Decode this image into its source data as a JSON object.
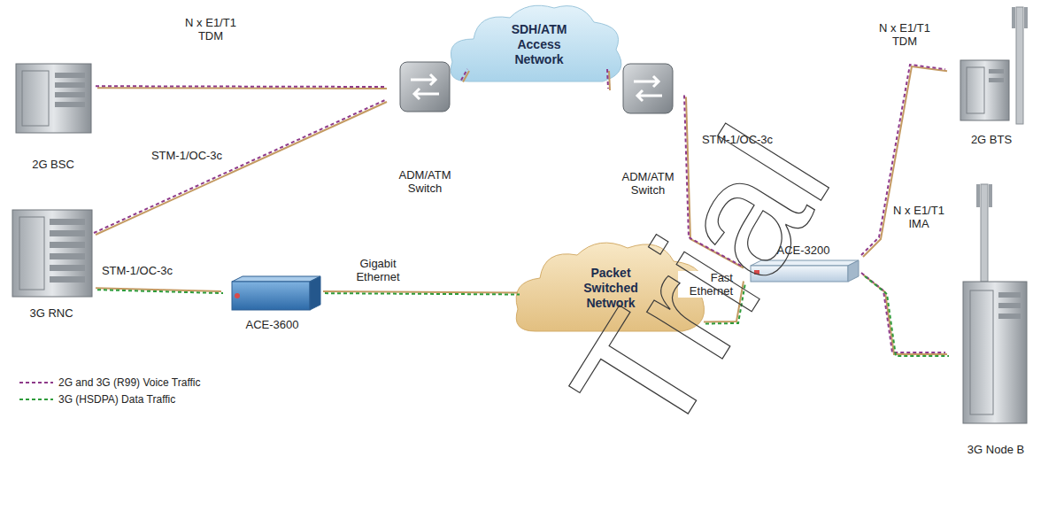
{
  "diagram": {
    "nodes": [
      {
        "text": [
          "2G BSC"
        ]
      },
      {
        "text": [
          "3G RNC"
        ]
      },
      {
        "text": [
          "ADM/ATM Switch"
        ]
      },
      {
        "text": [
          "SDH/ATM Access Network"
        ]
      },
      {
        "text": [
          "ADM/ATM Switch"
        ]
      },
      {
        "text": [
          "Packet Switched Network"
        ]
      },
      {
        "text": [
          "ACE-3600"
        ]
      },
      {
        "text": [
          "ACE-3200"
        ]
      },
      {
        "text": [
          "2G BTS"
        ]
      },
      {
        "text": [
          "3G Node B"
        ]
      }
    ],
    "edges": [
      {
        "from": 0,
        "to": 2,
        "label": "N x E1/T1 TDM",
        "arrow": "none"
      },
      {
        "from": 1,
        "to": 2,
        "label": "STM-1/OC-3c",
        "arrow": "none"
      },
      {
        "from": 2,
        "to": 3,
        "arrow": "none"
      },
      {
        "from": 3,
        "to": 4,
        "arrow": "none"
      },
      {
        "from": 4,
        "to": 7,
        "label": "STM-1/OC-3c",
        "arrow": "none"
      },
      {
        "from": 7,
        "to": 8,
        "label": "N x E1/T1 TDM",
        "arrow": "none"
      },
      {
        "from": 7,
        "to": 9,
        "label": "N x E1/T1 IMA",
        "arrow": "none"
      },
      {
        "from": 1,
        "to": 6,
        "label": "STM-1/OC-3c",
        "arrow": "none"
      },
      {
        "from": 6,
        "to": 5,
        "label": "Gigabit Ethernet",
        "arrow": "none"
      },
      {
        "from": 5,
        "to": 7,
        "label": "Fast Ethernet",
        "arrow": "none"
      }
    ],
    "labels": [
      "Trial"
    ],
    "legend": [
      {
        "text": "2G and 3G (R99) Voice Traffic"
      },
      {
        "text": "3G (HSDPA) Data Traffic"
      }
    ]
  }
}
